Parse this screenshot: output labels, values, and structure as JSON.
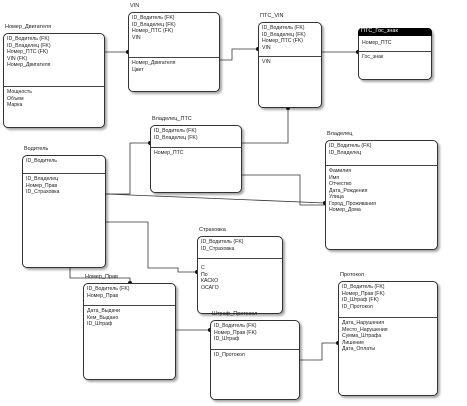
{
  "entities": [
    {
      "id": "nomer_dvigatelya",
      "title": "Номер_Двигателя",
      "keys": [
        "ID_Водитель (FK)",
        "ID_Владелец (FK)",
        "Номер_ПТС (FK)",
        "VIN (FK)",
        "Номер_Двигателя"
      ],
      "attrs": [
        "Мощность",
        "Объем",
        "Марка"
      ]
    },
    {
      "id": "vin",
      "title": "VIN",
      "keys": [
        "ID_Водитель (FK)",
        "ID_Владелец (FK)",
        "Номер_ПТС (FK)",
        "VIN"
      ],
      "attrs": [
        "Номер_Двигателя",
        "Цвет"
      ]
    },
    {
      "id": "pts_vin",
      "title": "ПТС_VIN",
      "keys": [
        "ID_Водитель (FK)",
        "ID_Владелец (FK)",
        "Номер_ПТС (FK)",
        "VIN"
      ],
      "attrs": [
        "VIN"
      ]
    },
    {
      "id": "pts_gos_znak",
      "title": "ПТС_Гос_знак",
      "dark": true,
      "keys": [
        "Номер_ПТС"
      ],
      "attrs": [
        "Гос_знак"
      ]
    },
    {
      "id": "vladelets_pts",
      "title": "Владелец_ПТС",
      "keys": [
        "ID_Водитель (FK)",
        "ID_Владелец (FK)"
      ],
      "attrs": [
        "Номер_ПТС"
      ]
    },
    {
      "id": "voditel",
      "title": "Водитель",
      "keys": [
        "ID_Водитель"
      ],
      "attrs": [
        "ID_Владелец",
        "Номер_Прав",
        "ID_Страховка"
      ]
    },
    {
      "id": "vladelets",
      "title": "Владелец",
      "keys": [
        "ID_Водитель (FK)",
        "ID_Владелец"
      ],
      "attrs": [
        "Фамилия",
        "Имя",
        "Отчество",
        "Дата_Рождения",
        "Улица",
        "Город_Проживания",
        "Номер_Дома"
      ]
    },
    {
      "id": "strakhovka",
      "title": "Страховка",
      "keys": [
        "ID_Водитель (FK)",
        "ID_Страховка"
      ],
      "attrs": [
        "С",
        "По",
        "КАСКО",
        "ОСАГО"
      ]
    },
    {
      "id": "nomer_prav",
      "title": "Номер_Прав",
      "keys": [
        "ID_Водитель (FK)",
        "Номер_Прав"
      ],
      "attrs": [
        "Дата_Выдачи",
        "Кем_Выдано",
        "ID_Штраф"
      ]
    },
    {
      "id": "shtraf_protokol",
      "title": "Штраф_Протокол",
      "keys": [
        "ID_Водитель (FK)",
        "Номер_Прав (FK)",
        "ID_Штраф"
      ],
      "attrs": [
        "ID_Протокол"
      ]
    },
    {
      "id": "protokol",
      "title": "Протокол",
      "keys": [
        "ID_Водитель (FK)",
        "Номер_Прав (FK)",
        "ID_Штраф (FK)",
        "ID_Протокол"
      ],
      "attrs": [
        "Дата_Нарушения",
        "Место_Нарушения",
        "Сумма_Штрафа",
        "Лишение",
        "Дата_Оплаты"
      ]
    }
  ]
}
